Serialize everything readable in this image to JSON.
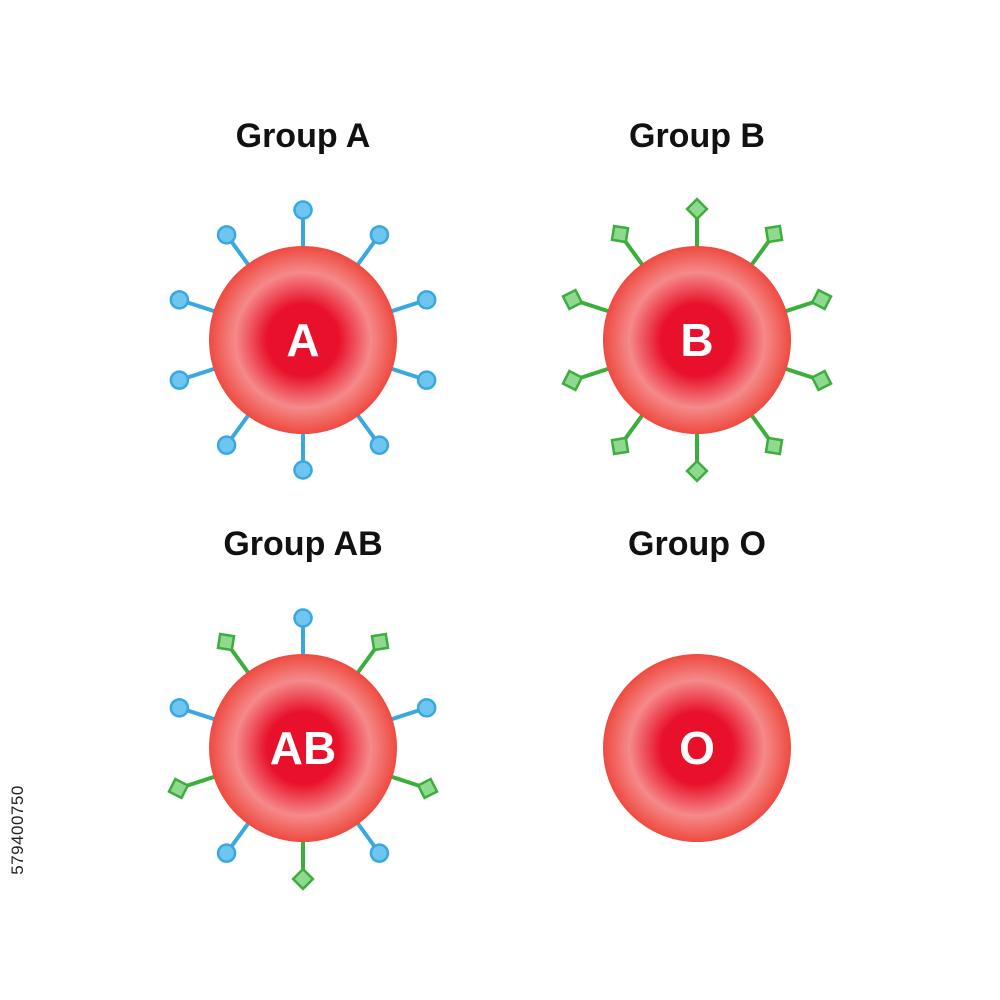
{
  "groups": [
    {
      "title": "Group A",
      "letter": "A",
      "antigens": [
        "A",
        "A",
        "A",
        "A",
        "A",
        "A",
        "A",
        "A",
        "A",
        "A"
      ]
    },
    {
      "title": "Group B",
      "letter": "B",
      "antigens": [
        "B",
        "B",
        "B",
        "B",
        "B",
        "B",
        "B",
        "B",
        "B",
        "B"
      ]
    },
    {
      "title": "Group AB",
      "letter": "AB",
      "antigens": [
        "A",
        "B",
        "A",
        "B",
        "A",
        "B",
        "A",
        "B",
        "A",
        "B"
      ]
    },
    {
      "title": "Group O",
      "letter": "O",
      "antigens": []
    }
  ],
  "legend_colors": {
    "A_antigen": "#3aa8e0",
    "A_antigen_tip": "#6ec6f0",
    "B_antigen": "#3cae3c",
    "B_antigen_tip": "#8fd88f",
    "cell_center": "#e8102a",
    "cell_mid": "#f58a8a",
    "cell_edge": "#ee4a40"
  },
  "stock_id": "579400750"
}
